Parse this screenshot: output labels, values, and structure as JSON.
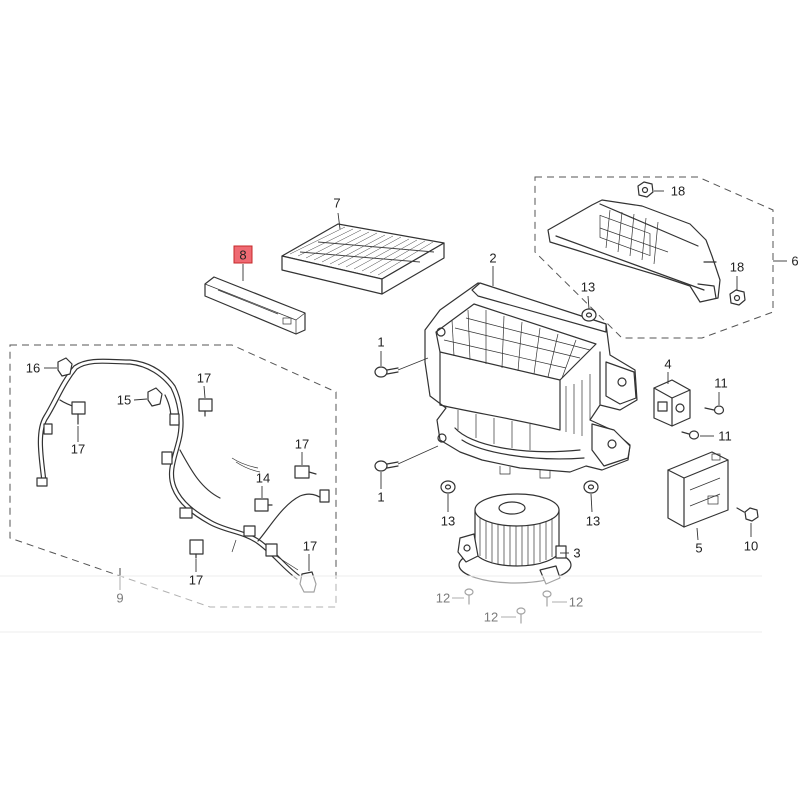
{
  "callouts": [
    "7",
    "8",
    "2",
    "6",
    "18",
    "18",
    "13",
    "1",
    "16",
    "17",
    "15",
    "4",
    "11",
    "11",
    "17",
    "17",
    "14",
    "1",
    "13",
    "13",
    "5",
    "10",
    "3",
    "17",
    "17",
    "9",
    "12",
    "12",
    "12"
  ],
  "highlighted_callout": "8",
  "colors": {
    "line": "#333333",
    "label": "#222222",
    "highlight_fill": "#ef6a73",
    "highlight_border": "#c62828",
    "background": "#ffffff"
  }
}
